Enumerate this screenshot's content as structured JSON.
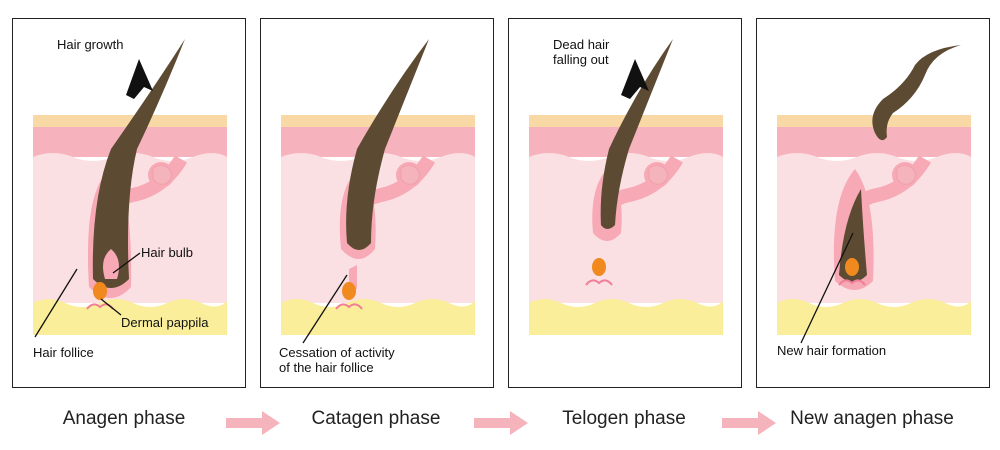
{
  "panels": [
    {
      "labels": {
        "growth": "Hair growth",
        "bulb": "Hair bulb",
        "papilla": "Dermal pappila",
        "follicle": "Hair follice"
      }
    },
    {
      "labels": {
        "cessation": "Cessation of activity\nof the hair follice"
      }
    },
    {
      "labels": {
        "dead": "Dead hair\nfalling out"
      }
    },
    {
      "labels": {
        "newhair": "New hair formation"
      }
    }
  ],
  "phases": [
    "Anagen phase",
    "Catagen phase",
    "Telogen phase",
    "New anagen phase"
  ],
  "colors": {
    "hair": "#5d4a32",
    "hair_dark": "#3f3020",
    "skin_top": "#f8d9a5",
    "epidermis": "#f6b3bd",
    "dermis": "#fbe0e3",
    "follicle": "#f7a9b6",
    "fat": "#faee9a",
    "papilla": "#f08a1e",
    "arrow": "#f5b3bb"
  }
}
